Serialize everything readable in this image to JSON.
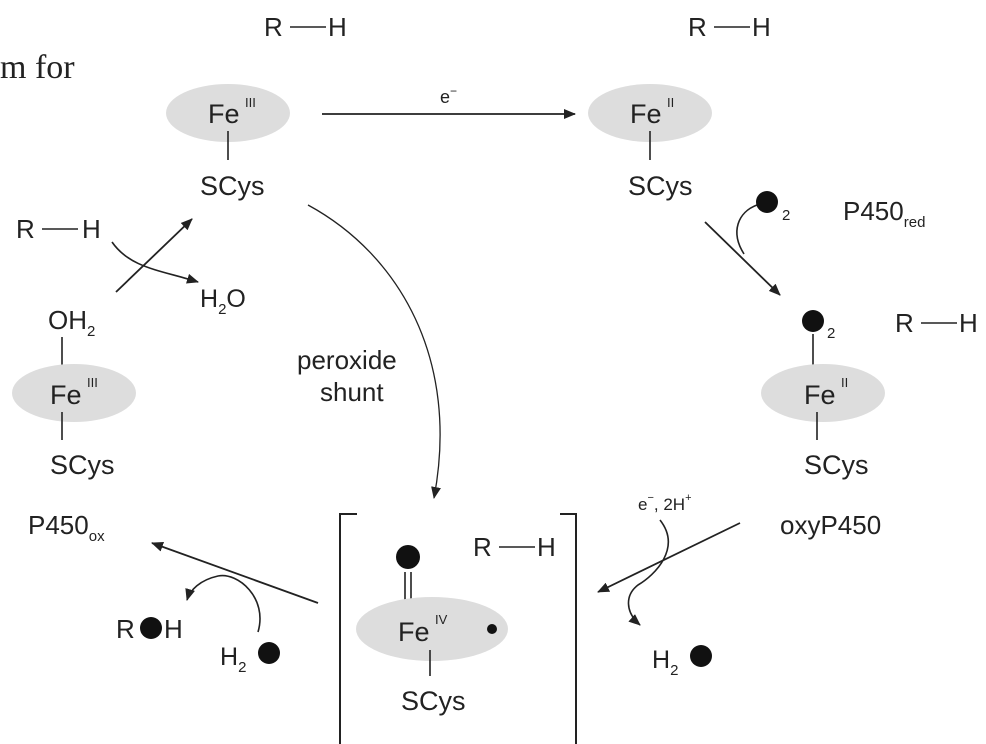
{
  "header_fragment": "m for",
  "rh": {
    "R": "R",
    "H": "H"
  },
  "complex": {
    "fe": "Fe",
    "ox3": "III",
    "ox2": "II",
    "ox4": "IV",
    "ligand": "SCys"
  },
  "water": {
    "oh2_o": "OH",
    "oh2_sub": "2",
    "h2o_h": "H",
    "h2o_sub": "2",
    "h2o_o": "O"
  },
  "o2_sub": "2",
  "electron": {
    "e": "e",
    "minus": "−"
  },
  "protons": {
    "e": "e",
    "minus": "−",
    "mid": ", 2H",
    "plus": "+"
  },
  "labels": {
    "p450": "P450",
    "red_sub": "red",
    "ox_sub": "ox",
    "oxy": "oxyP450",
    "peroxide": "peroxide",
    "shunt": "shunt"
  },
  "product": {
    "R": "R",
    "H": "H"
  },
  "colors": {
    "ellipse": "#dddddd",
    "ink": "#222222",
    "atom": "#111111"
  }
}
